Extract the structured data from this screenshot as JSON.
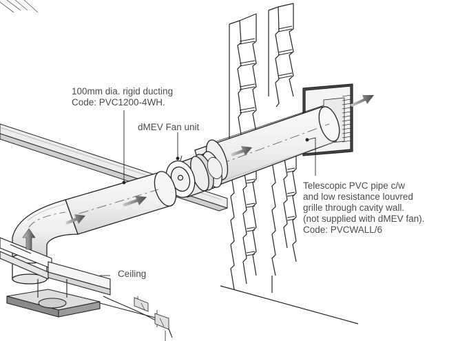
{
  "labels": {
    "ducting": {
      "line1": "100mm dia. rigid ducting",
      "line2": "Code: PVC1200-4WH."
    },
    "fan": {
      "text": "dMEV Fan unit"
    },
    "grille": {
      "line1": "Telescopic PVC pipe c/w",
      "line2": "and low resistance louvred",
      "line3": "grille through cavity wall.",
      "line4": "(not supplied with dMEV fan).",
      "line5": "Code: PVCWALL/6"
    },
    "ceiling": {
      "text": "Ceiling"
    }
  },
  "colors": {
    "line": "#1a1a1a",
    "pipe_fill": "#f2f2f2",
    "shade": "#d8d8d8",
    "arrow": "#555555"
  }
}
